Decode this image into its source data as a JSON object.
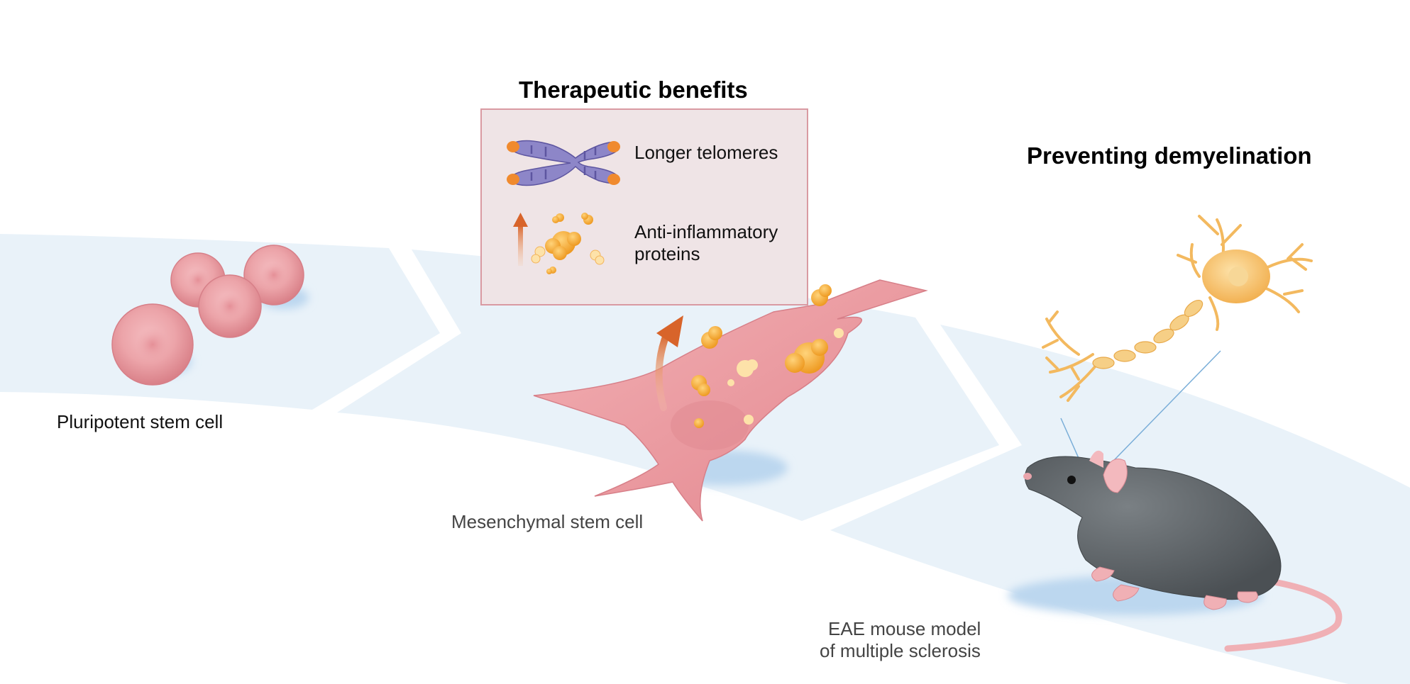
{
  "titles": {
    "therapeutic_benefits": "Therapeutic benefits",
    "preventing_demyelination": "Preventing demyelination"
  },
  "benefits": {
    "telomeres": "Longer telomeres",
    "anti_inflammatory_line1": "Anti-inflammatory",
    "anti_inflammatory_line2": "proteins"
  },
  "stages": {
    "pluripotent": "Pluripotent stem cell",
    "mesenchymal": "Mesenchymal stem cell",
    "mouse_line1": "EAE mouse model",
    "mouse_line2": "of multiple sclerosis"
  },
  "colors": {
    "band": "#e9f2f9",
    "cell_pink": "#eba0a6",
    "protein_orange": "#f3a83a",
    "neuron_yellow": "#f6c56f",
    "mouse_grey": "#5f6468",
    "arrow_orange": "#d8642a"
  }
}
